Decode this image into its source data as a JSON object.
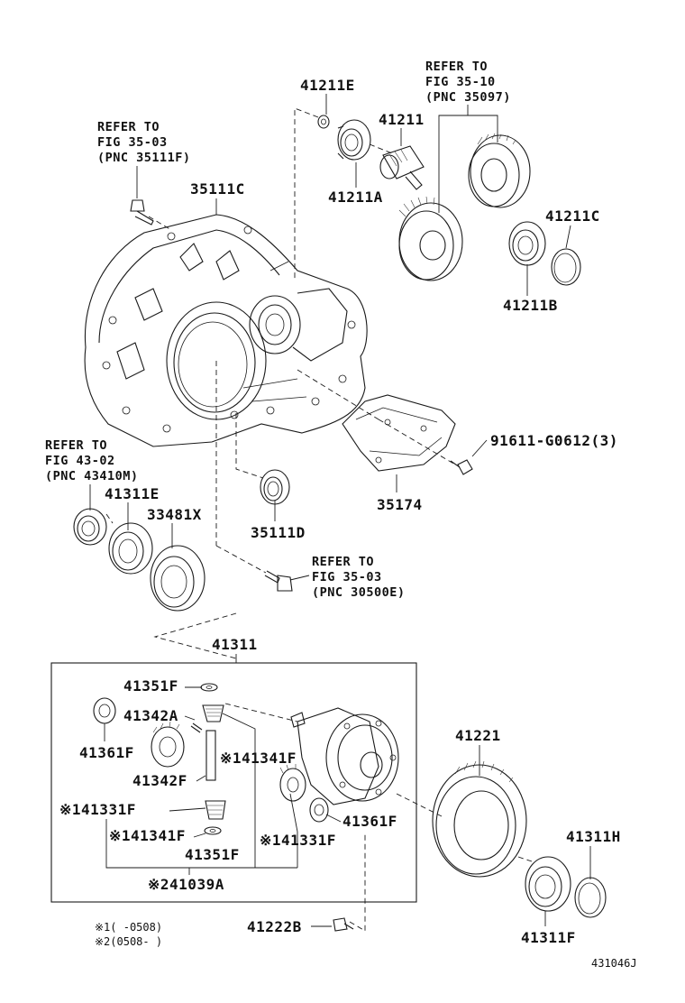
{
  "parts": {
    "p41211E": "41211E",
    "p41211": "41211",
    "p41211A": "41211A",
    "p41211C": "41211C",
    "p41211B": "41211B",
    "p35111C": "35111C",
    "p91611": "91611-G0612(3)",
    "p35174": "35174",
    "p41311E": "41311E",
    "p33481X": "33481X",
    "p35111D": "35111D",
    "p41311": "41311",
    "p41351F_a": "41351F",
    "p41342A": "41342A",
    "p41361F_a": "41361F",
    "p41341F_a": "※141341F",
    "p41342F": "41342F",
    "p41331F_a": "※141331F",
    "p41341F_b": "※141341F",
    "p41351F_b": "41351F",
    "p41331F_b": "※141331F",
    "p41361F_b": "41361F",
    "p241039A": "※241039A",
    "p41221": "41221",
    "p41311H": "41311H",
    "p41311F": "41311F",
    "p41222B": "41222B"
  },
  "refs": {
    "r1": [
      "REFER TO",
      "FIG 35-10",
      "(PNC 35097)"
    ],
    "r2": [
      "REFER TO",
      "FIG 35-03",
      "(PNC 35111F)"
    ],
    "r3": [
      "REFER TO",
      "FIG 43-02",
      "(PNC 43410M)"
    ],
    "r4": [
      "REFER TO",
      "FIG 35-03",
      "(PNC 30500E)"
    ]
  },
  "notes": {
    "n1": "※1(      -0508)",
    "n2": "※2(0508-      )"
  },
  "figure_id": "431046J"
}
